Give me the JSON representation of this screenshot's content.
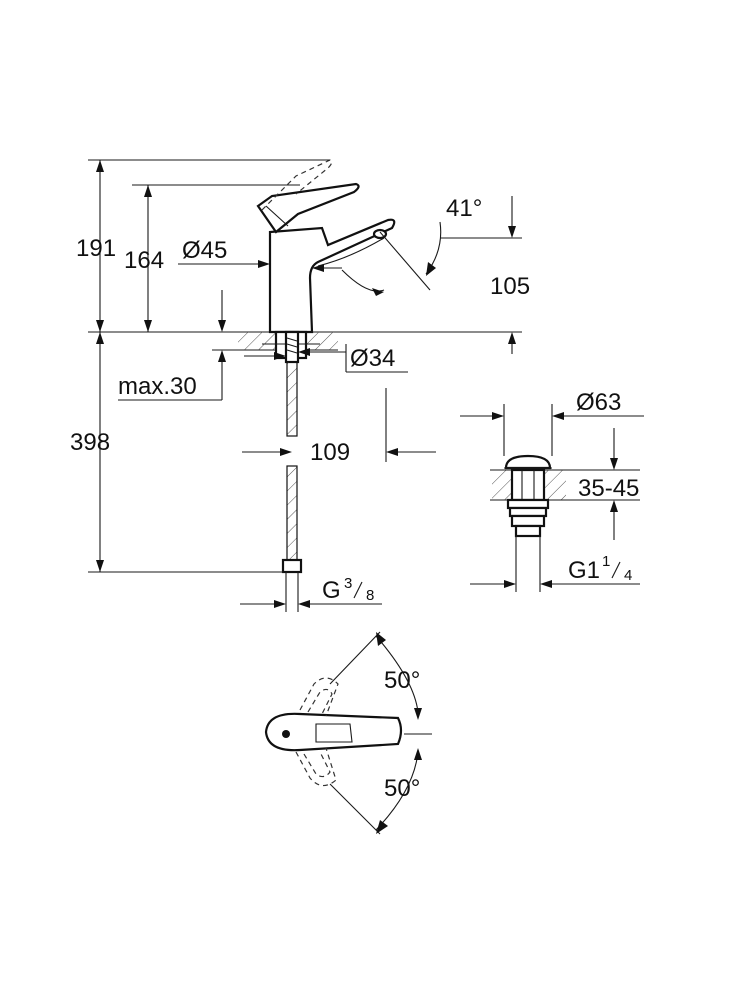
{
  "dimensions": {
    "height_total": "191",
    "height_spout": "164",
    "body_diameter": "Ø45",
    "lever_angle": "41°",
    "spout_height": "105",
    "hole_diameter": "Ø34",
    "max_thickness": "max.30",
    "hose_length": "398",
    "spout_reach": "109",
    "connection_thread": "G",
    "connection_thread_num": "3",
    "connection_thread_den": "8",
    "waste_diameter": "Ø63",
    "waste_thickness": "35-45",
    "waste_thread": "G1",
    "waste_thread_num": "1",
    "waste_thread_den": "4",
    "swivel_angle_top": "50°",
    "swivel_angle_bottom": "50°"
  }
}
